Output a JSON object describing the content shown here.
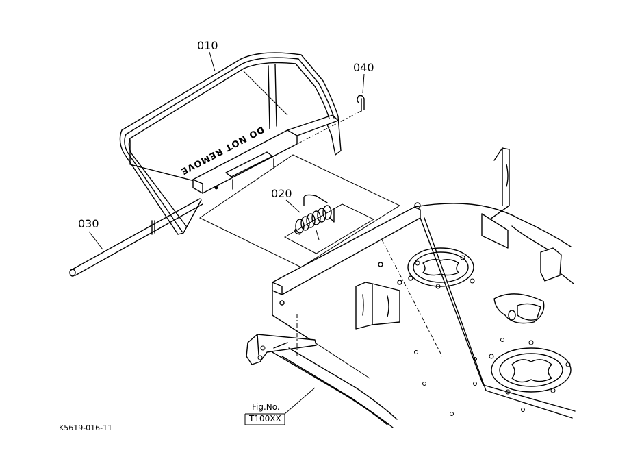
{
  "callouts": {
    "grass_guard": "010",
    "spring": "020",
    "rod": "030",
    "pin": "040"
  },
  "decal_text": "DO NOT REMOVE",
  "figure_box": {
    "line1": "Fig.No.",
    "line2": "T100XX"
  },
  "diagram_code": "K5619-016-11"
}
